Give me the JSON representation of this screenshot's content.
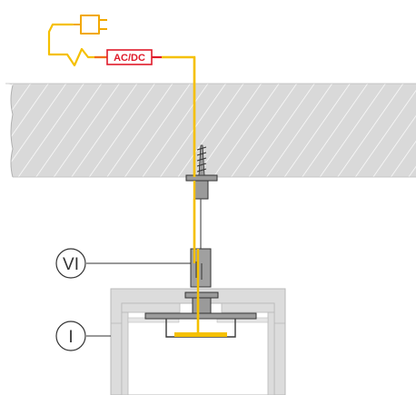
{
  "labels": {
    "power_converter": "AC/DC",
    "callout_suspension": "VI",
    "callout_profile": "I"
  },
  "colors": {
    "cable": "#f5c000",
    "cable_plug": "#f2a800",
    "cable_to_converter": "#f06a1e",
    "converter_border": "#e01a2a",
    "converter_text": "#e01a2a",
    "ceiling_fill": "#d9d9d9",
    "ceiling_hatch": "#ffffff",
    "profile_fill": "#dcdcdc",
    "profile_stroke": "#b3b3b3",
    "hardware_fill": "#9a9a9a",
    "hardware_stroke": "#3a3a3a",
    "callout_stroke": "#333333"
  },
  "icons": {
    "plug": "plug-icon",
    "screw": "screw-icon"
  }
}
